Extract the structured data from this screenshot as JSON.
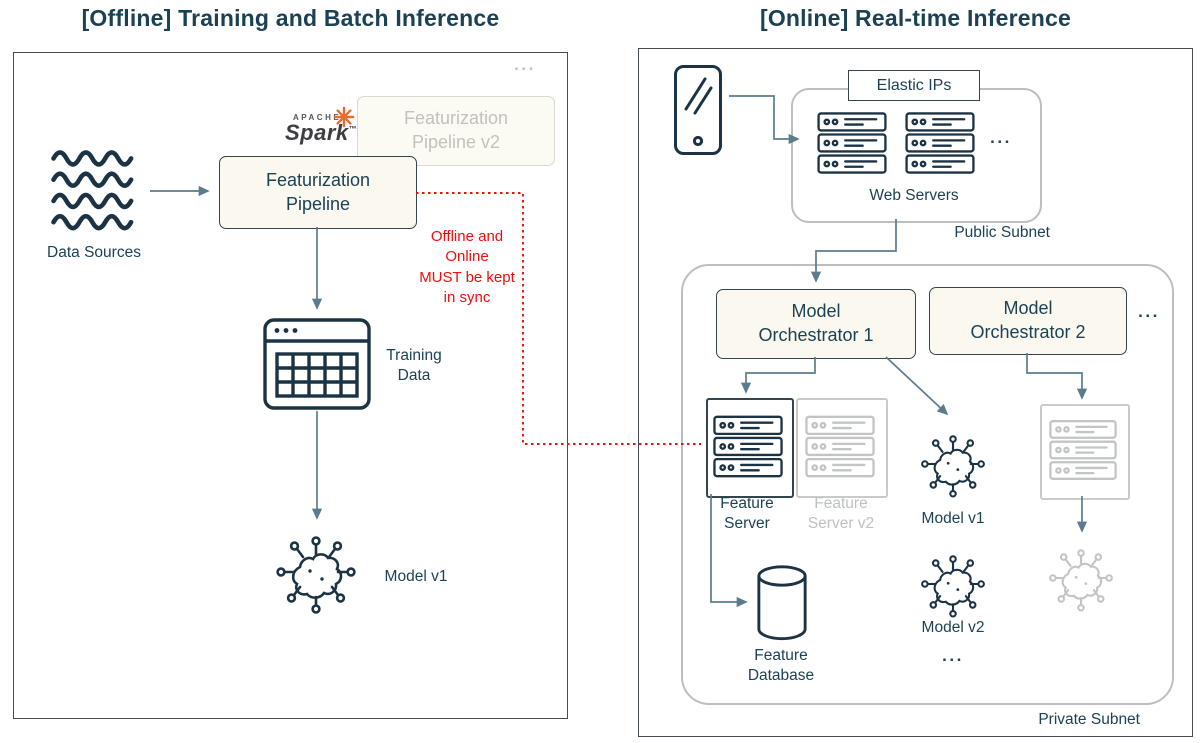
{
  "colors": {
    "accent_red": "#f20d0d",
    "connector": "#5b7c8d",
    "ink": "#1c4254",
    "muted": "#c2c2be",
    "spark_orange": "#e96b2e",
    "box_cream": "#faf8ef"
  },
  "left_panel": {
    "title": "[Offline] Training and Batch Inference",
    "overflow_dots": "...",
    "data_sources": {
      "label": "Data Sources"
    },
    "spark": {
      "brand_top": "APACHE",
      "brand": "Spark",
      "tm": "™"
    },
    "pipeline_v2": {
      "label": "Featurization\nPipeline v2"
    },
    "pipeline": {
      "label": "Featurization\nPipeline"
    },
    "sync_note": "Offline and\nOnline\nMUST be kept\nin sync",
    "training_data": {
      "label": "Training\nData"
    },
    "model": {
      "label": "Model v1"
    }
  },
  "right_panel": {
    "title": "[Online] Real-time Inference",
    "elastic_ips": "Elastic IPs",
    "web_servers": {
      "label": "Web Servers",
      "overflow_dots": "..."
    },
    "public_subnet_label": "Public Subnet",
    "private_subnet_label": "Private Subnet",
    "orchestrator_1": {
      "label": "Model\nOrchestrator 1"
    },
    "orchestrator_2": {
      "label": "Model\nOrchestrator 2",
      "overflow_dots": "..."
    },
    "feature_server": {
      "label": "Feature\nServer"
    },
    "feature_server_v2": {
      "label": "Feature\nServer v2"
    },
    "model_v1": {
      "label": "Model v1"
    },
    "model_v2": {
      "label": "Model v2",
      "overflow_dots": "..."
    },
    "feature_database": {
      "label": "Feature\nDatabase"
    }
  }
}
